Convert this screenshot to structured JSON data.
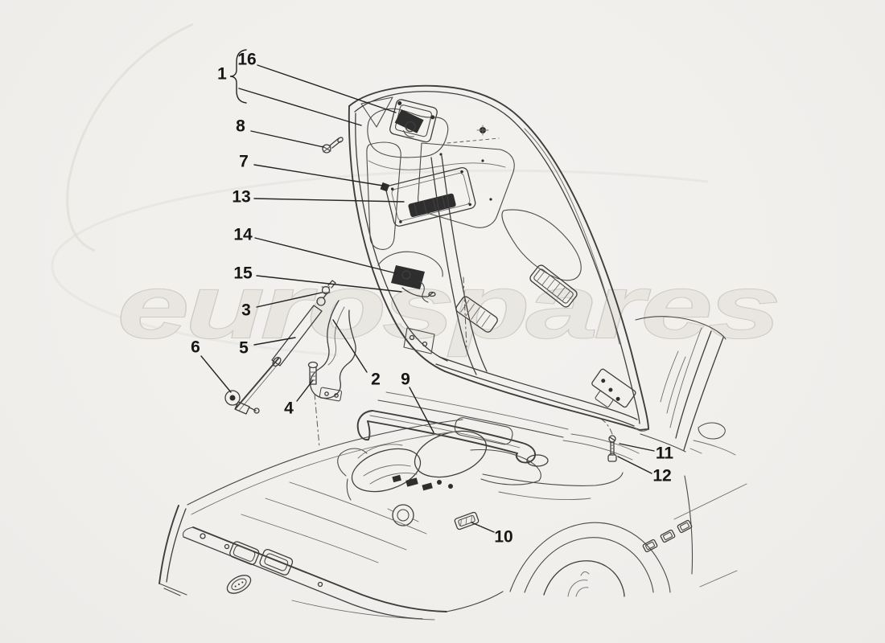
{
  "watermark": {
    "text": "eurospares"
  },
  "colors": {
    "background": "#f2f0ed",
    "line_art": "#3e3e3e",
    "label_text": "#161616",
    "watermark_fill": "#e9e6e1",
    "watermark_stroke": "#ccc8c2"
  },
  "callouts": [
    {
      "text": "1"
    },
    {
      "text": "16"
    },
    {
      "text": "8"
    },
    {
      "text": "7"
    },
    {
      "text": "13"
    },
    {
      "text": "14"
    },
    {
      "text": "15"
    },
    {
      "text": "3"
    },
    {
      "text": "5"
    },
    {
      "text": "6"
    },
    {
      "text": "2"
    },
    {
      "text": "4"
    },
    {
      "text": "9"
    },
    {
      "text": "11"
    },
    {
      "text": "12"
    },
    {
      "text": "10"
    }
  ]
}
